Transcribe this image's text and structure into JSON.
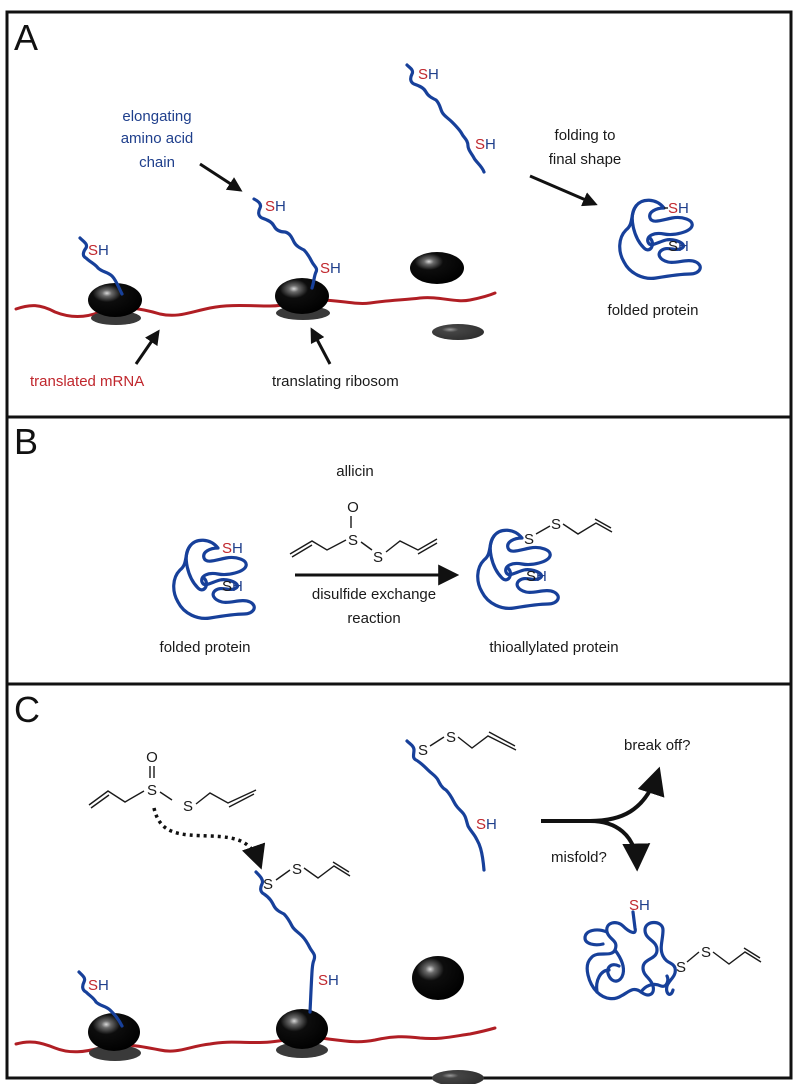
{
  "figure": {
    "panels": [
      {
        "letter": "A",
        "labels": {
          "elongating_chain": [
            "elongating",
            "amino acid",
            "chain"
          ],
          "folding": [
            "folding to",
            "final shape"
          ],
          "folded_protein": "folded protein",
          "mrna": "translated mRNA",
          "ribosome": "translating ribosom"
        }
      },
      {
        "letter": "B",
        "labels": {
          "reagent": "allicin",
          "reaction": [
            "disulfide exchange",
            "reaction"
          ],
          "substrate": "folded protein",
          "product": "thioallylated protein"
        }
      },
      {
        "letter": "C",
        "labels": {
          "break_off": "break off?",
          "misfold": "misfold?"
        }
      }
    ],
    "chem": {
      "sh": [
        "S",
        "H"
      ],
      "s": "S",
      "o": "O"
    },
    "colors": {
      "chain": "#17409a",
      "mrna": "#b01e24",
      "sulfur_highlight": "#c0272d",
      "ribosome": "#0a0a0a"
    }
  }
}
